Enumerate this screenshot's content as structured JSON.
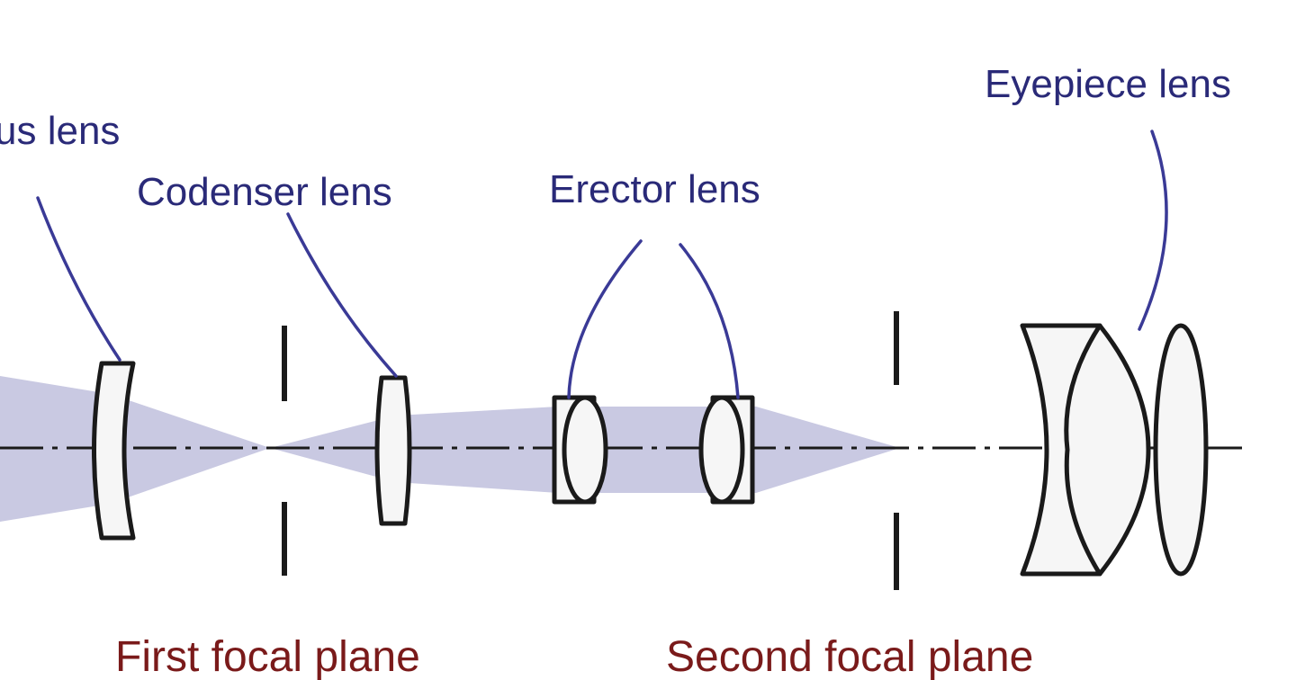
{
  "labels": {
    "focus_lens": "us lens",
    "condenser_lens": "Codenser lens",
    "erector_lens": "Erector lens",
    "eyepiece_lens": "Eyepiece lens",
    "first_focal_plane": "First focal plane",
    "second_focal_plane": "Second focal plane"
  },
  "colors": {
    "lens_label": "#2a2a78",
    "focal_plane_label": "#7a1a1a",
    "leader_line": "#3a3a96",
    "light_beam": "#c9c9e2",
    "lens_outline": "#1a1a1a"
  }
}
